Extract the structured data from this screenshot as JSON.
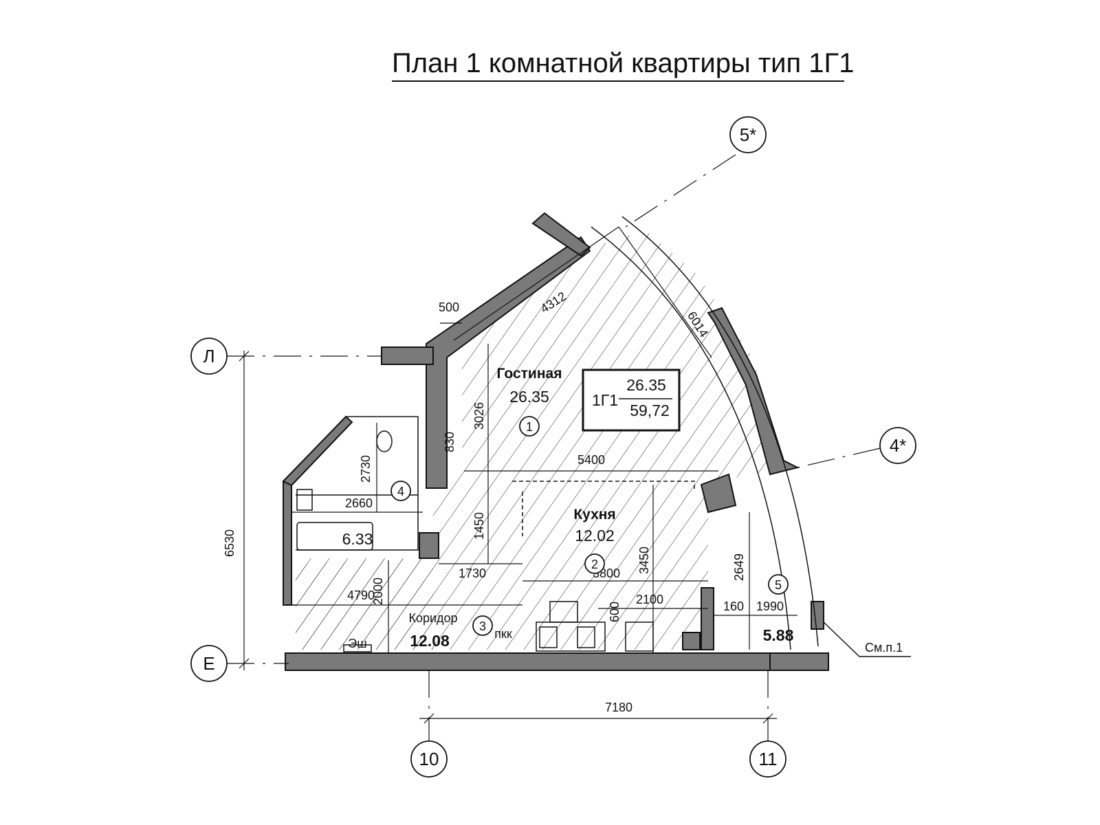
{
  "title": "План 1 комнатной квартиры тип 1Г1",
  "axes": {
    "L": "Л",
    "E": "Е",
    "a10": "10",
    "a11": "11",
    "a4": "4*",
    "a5": "5*"
  },
  "rooms": {
    "living": {
      "name": "Гостиная",
      "area": "26.35",
      "num": "1"
    },
    "kitchen": {
      "name": "Кухня",
      "area": "12.02",
      "num": "2"
    },
    "corridor": {
      "name": "Коридор",
      "area": "12.08",
      "num": "3"
    },
    "bath": {
      "area": "6.33",
      "num": "4"
    },
    "balcony": {
      "area": "5.88",
      "num": "5"
    }
  },
  "summary": {
    "type": "1Г1",
    "living_area": "26.35",
    "total_area": "59,72"
  },
  "dimensions": {
    "d500": "500",
    "d4312": "4312",
    "d6014": "6014",
    "d3026": "3026",
    "d830": "830",
    "d5400": "5400",
    "d2730": "2730",
    "d2660": "2660",
    "d1450": "1450",
    "d3450": "3450",
    "d1730": "1730",
    "d3800": "3800",
    "d4790": "4790",
    "d2000": "2000",
    "d600": "600",
    "d2100": "2100",
    "d2649": "2649",
    "d160": "160",
    "d1990": "1990",
    "d6530": "6530",
    "d7180": "7180"
  },
  "labels": {
    "eshch": "Эш",
    "pkk": "пкк",
    "note": "См.п.1"
  }
}
